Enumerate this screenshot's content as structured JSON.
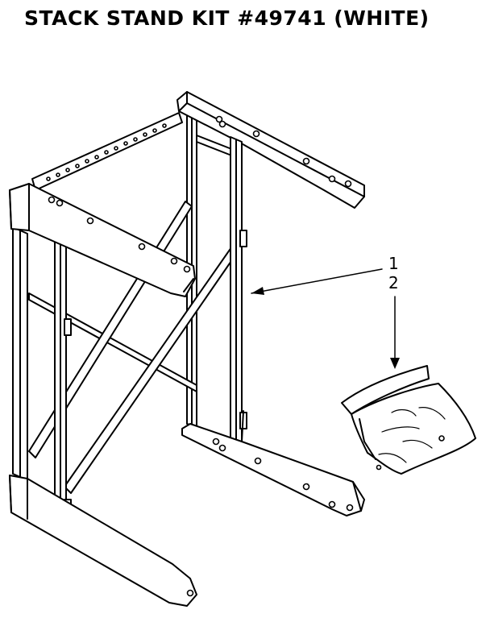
{
  "title": "STACK STAND KIT #49741 (WHITE)",
  "callouts": [
    {
      "label": "1"
    },
    {
      "label": "2"
    }
  ]
}
